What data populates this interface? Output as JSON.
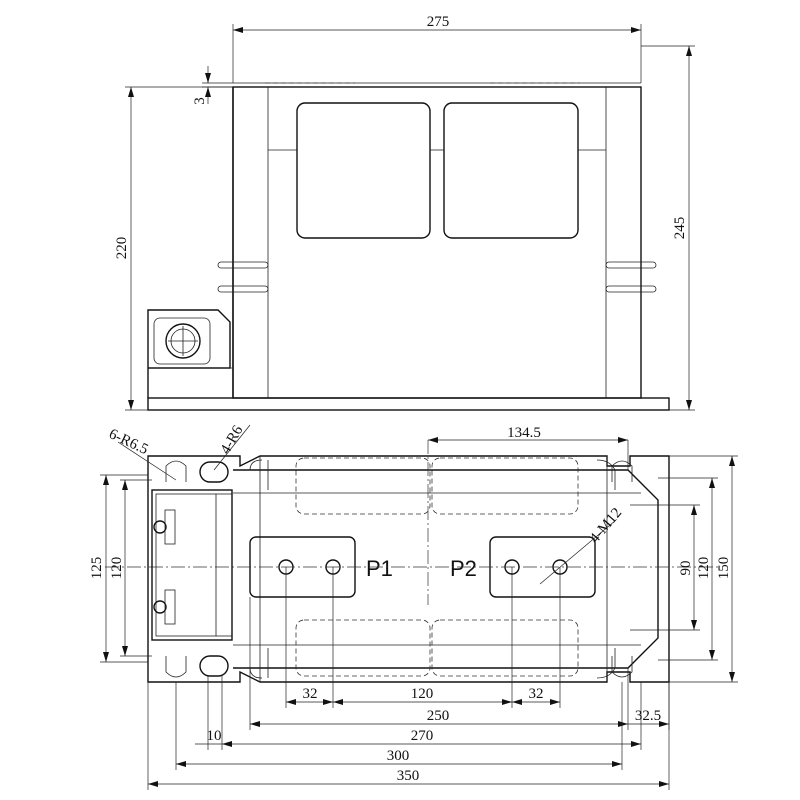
{
  "drawing": {
    "dimensions": {
      "top_width": "275",
      "top_height_220": "220",
      "top_height_245": "245",
      "top_offset": "3",
      "bolt_spacing": "134.5",
      "radius_6": "6-R6.5",
      "radius_4": "4-R6",
      "thread": "4-M12",
      "height_125": "125",
      "height_120_left": "120",
      "height_90": "90",
      "height_120_right": "120",
      "height_150": "150",
      "span_32_left": "32",
      "span_120": "120",
      "span_32_right": "32",
      "span_250": "250",
      "span_32_5": "32.5",
      "span_10": "10",
      "span_270": "270",
      "span_300": "300",
      "span_350": "350"
    },
    "terminals": {
      "p1": "P1",
      "p2": "P2"
    }
  }
}
